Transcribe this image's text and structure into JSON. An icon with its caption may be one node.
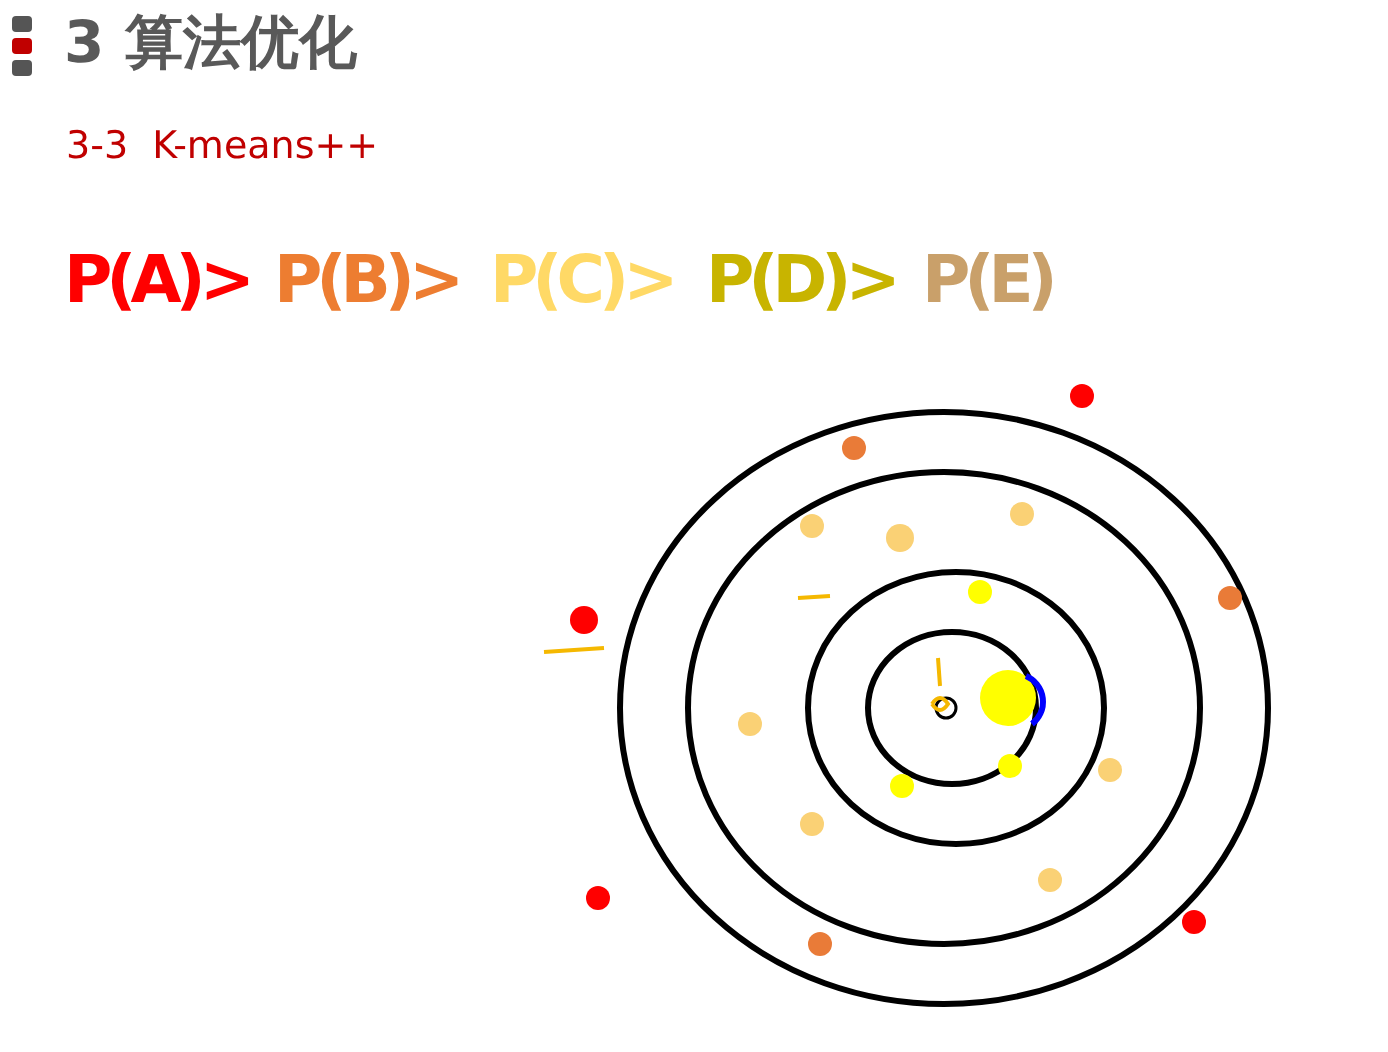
{
  "diagram": {
    "title": "3 算法优化",
    "labels": [
      "3-3  K-means++",
      "P(A)>",
      "P(B)>",
      "P(C)>",
      "P(D)>",
      "P(E)"
    ]
  }
}
